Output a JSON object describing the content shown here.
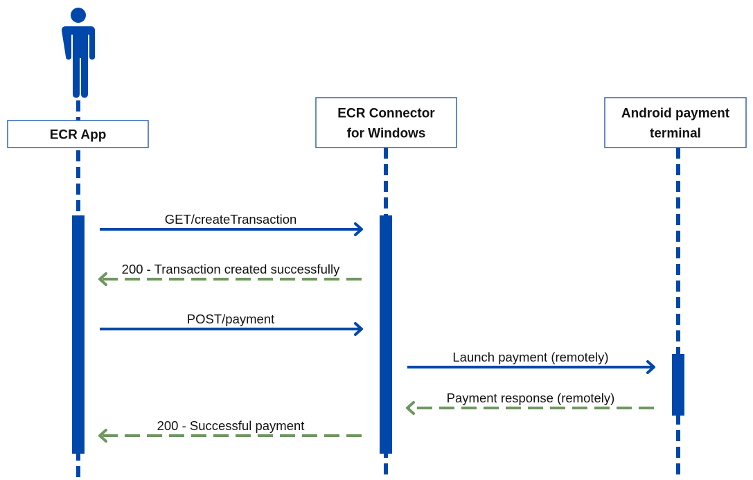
{
  "diagram": {
    "type": "sequence",
    "colors": {
      "primary": "#0047AB",
      "return": "#6F9660",
      "box_border": "#2E63B5",
      "text": "#111111",
      "background": "#FFFFFF"
    },
    "actor": {
      "name": "ECR App user",
      "icon": "person-icon",
      "participant": "ecr-app"
    },
    "participants": [
      {
        "id": "ecr-app",
        "lines": [
          "ECR App"
        ]
      },
      {
        "id": "ecr-connector",
        "lines": [
          "ECR Connector",
          "for Windows"
        ]
      },
      {
        "id": "android-terminal",
        "lines": [
          "Android payment",
          "terminal"
        ]
      }
    ],
    "messages": [
      {
        "from": "ecr-app",
        "to": "ecr-connector",
        "label": "GET/createTransaction",
        "style": "request"
      },
      {
        "from": "ecr-connector",
        "to": "ecr-app",
        "label": "200 - Transaction created successfully",
        "style": "response"
      },
      {
        "from": "ecr-app",
        "to": "ecr-connector",
        "label": "POST/payment",
        "style": "request"
      },
      {
        "from": "ecr-connector",
        "to": "android-terminal",
        "label": "Launch payment (remotely)",
        "style": "request"
      },
      {
        "from": "android-terminal",
        "to": "ecr-connector",
        "label": "Payment response (remotely)",
        "style": "response"
      },
      {
        "from": "ecr-connector",
        "to": "ecr-app",
        "label": "200 - Successful payment",
        "style": "response"
      }
    ]
  }
}
